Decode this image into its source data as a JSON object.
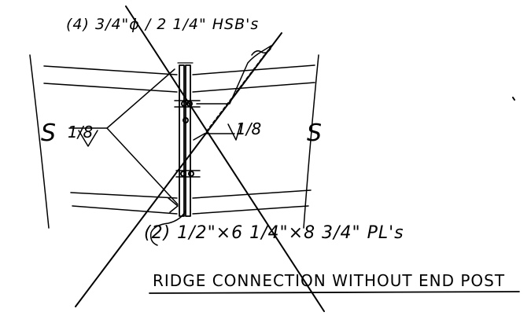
{
  "callouts": {
    "bolts": "(4) 3/4\"ϕ / 2 1/4\" HSB's",
    "weld_left": "1/8",
    "weld_right": "1/8",
    "plates": "(2) 1/2\"×6 1/4\"×8 3/4\" PL's"
  },
  "section_marks": {
    "left": "S",
    "right": "S"
  },
  "caption": "RIDGE CONNECTION WITHOUT END POST"
}
